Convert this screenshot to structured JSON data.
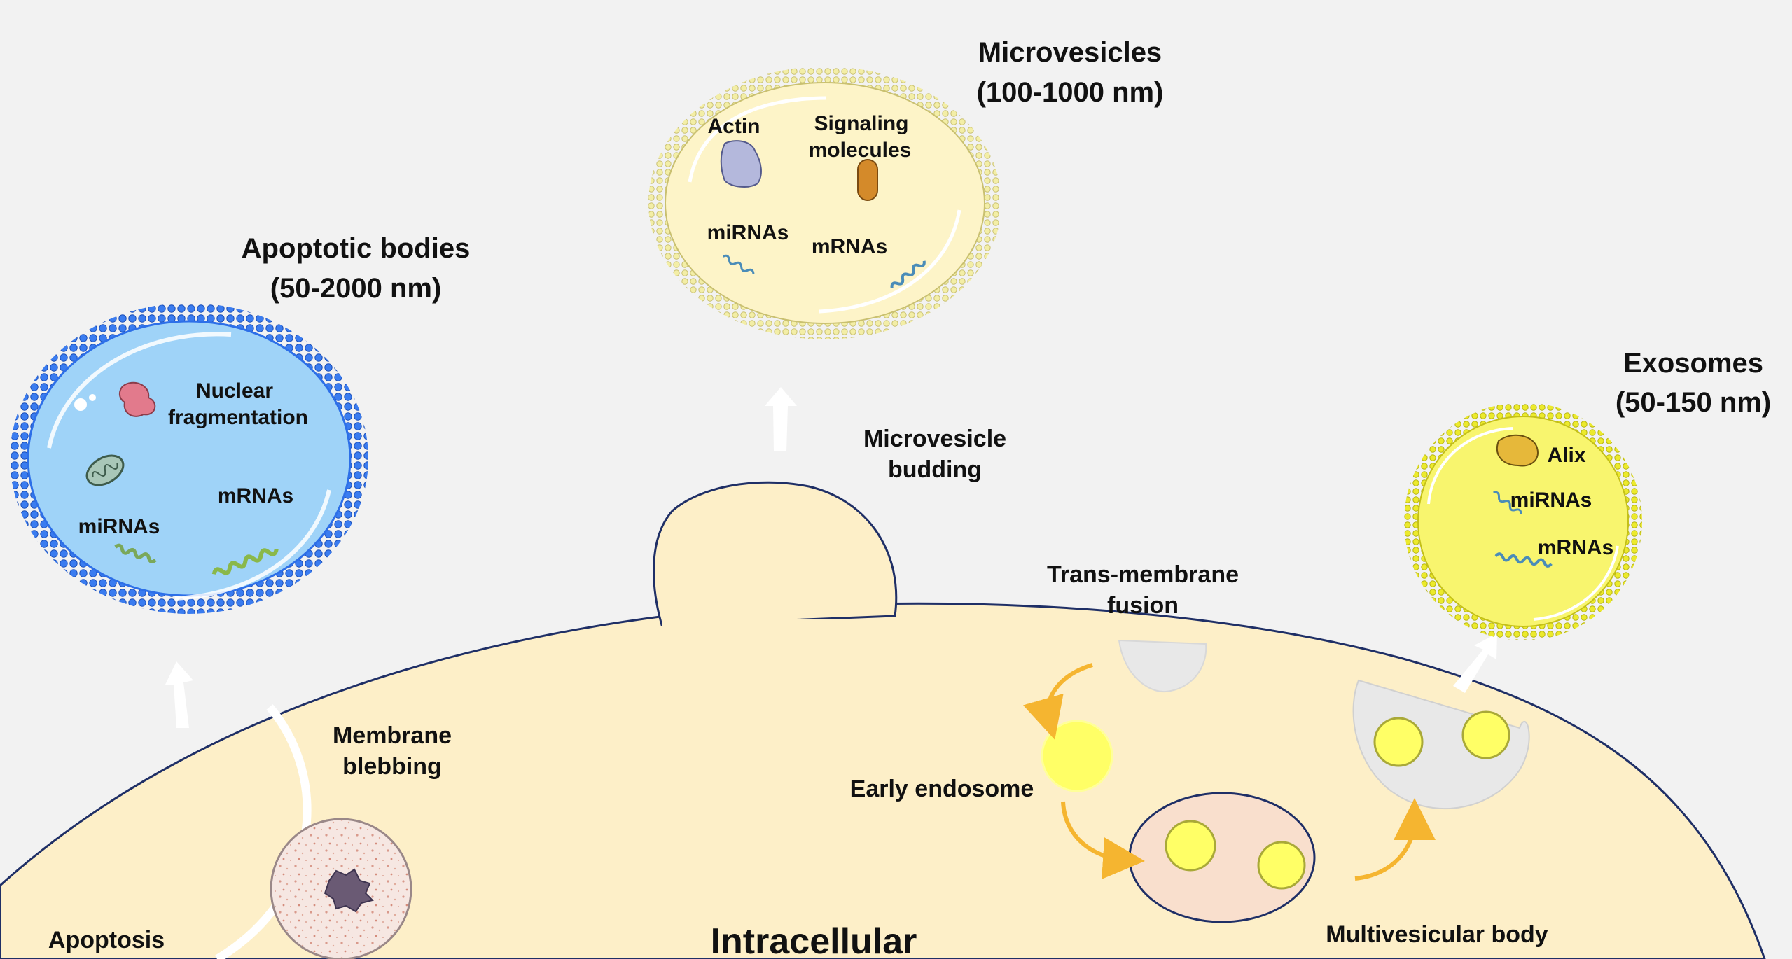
{
  "labels": {
    "apoptotic_title": "Apoptotic bodies",
    "apoptotic_size": "(50-2000 nm)",
    "microvesicles_title": "Microvesicles",
    "microvesicles_size": "(100-1000 nm)",
    "exosomes_title": "Exosomes",
    "exosomes_size": "(50-150 nm)",
    "nuclear_1": "Nuclear",
    "nuclear_2": "fragmentation",
    "ab_mirnas": "miRNAs",
    "ab_mrnas": "mRNAs",
    "mv_actin": "Actin",
    "mv_signaling_1": "Signaling",
    "mv_signaling_2": "molecules",
    "mv_mirnas": "miRNAs",
    "mv_mrnas": "mRNAs",
    "ex_alix": "Alix",
    "ex_mirnas": "miRNAs",
    "ex_mrnas": "mRNAs",
    "budding_1": "Microvesicle",
    "budding_2": "budding",
    "blebbing_1": "Membrane",
    "blebbing_2": "blebbing",
    "apoptosis": "Apoptosis",
    "intracellular": "Intracellular",
    "fusion_1": "Trans-membrane",
    "fusion_2": "fusion",
    "early_endosome": "Early endosome",
    "mvb": "Multivesicular body"
  },
  "colors": {
    "background": "#f2f2f2",
    "cell_fill": "#fdefc8",
    "cell_outline": "#1f2f66",
    "apoptotic_membrane": "#2d6fe8",
    "apoptotic_inner": "#9fd3f8",
    "microvesicle_membrane": "#e4df8a",
    "exosome_membrane": "#e2e01e",
    "exosome_inner": "#f8f56e",
    "endosome": "#ffff66",
    "mvb_fill": "#f9dfcd",
    "arrow": "#ffffff",
    "curved_arrow": "#f5b530"
  }
}
